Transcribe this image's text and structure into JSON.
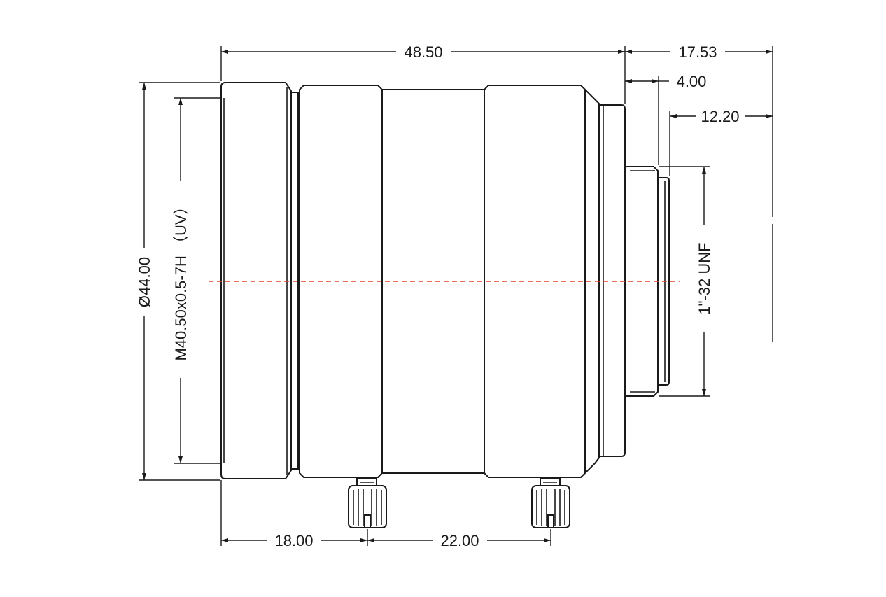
{
  "colors": {
    "line": "#1a1a1a",
    "center_axis": "#e0442a",
    "background": "#ffffff"
  },
  "dimensions": {
    "overall_length": "48.50",
    "mount_overall": "17.53",
    "mount_flange": "4.00",
    "flange_back": "12.20",
    "outer_diameter": "Ø44.00",
    "filter_thread": "M40.50x0.5-7H （UV）",
    "mount_thread": "1\"-32  UNF",
    "screw1_offset": "18.00",
    "screw_spacing": "22.00"
  }
}
